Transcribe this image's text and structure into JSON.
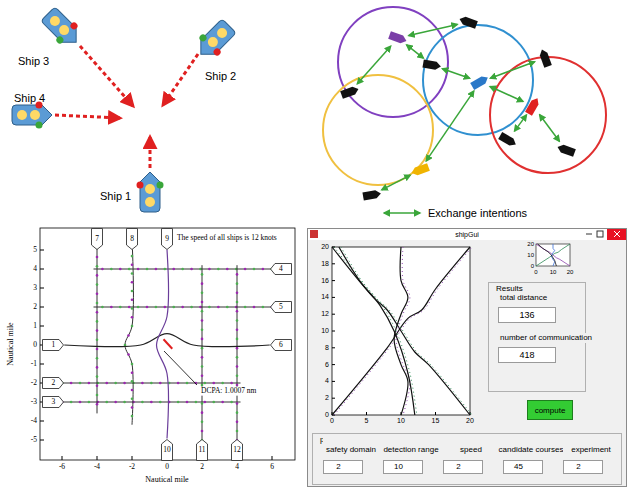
{
  "diagram": {
    "nodes": [
      {
        "text": [
          "Ship 3"
        ]
      },
      {
        "text": [
          "Ship 2"
        ]
      },
      {
        "text": [
          "Ship 4"
        ]
      },
      {
        "text": [
          "Ship 1"
        ]
      },
      {
        "text": [
          "7"
        ]
      },
      {
        "text": [
          "8"
        ]
      },
      {
        "text": [
          "9"
        ]
      },
      {
        "text": [
          "4"
        ]
      },
      {
        "text": [
          "5"
        ]
      },
      {
        "text": [
          "1"
        ]
      },
      {
        "text": [
          "6"
        ]
      },
      {
        "text": [
          "2"
        ]
      },
      {
        "text": [
          "3"
        ]
      },
      {
        "text": [
          "10"
        ]
      },
      {
        "text": [
          "11"
        ]
      },
      {
        "text": [
          "12"
        ]
      },
      {
        "text": [
          "shipGui"
        ]
      },
      {
        "text": [
          "Results"
        ],
        "in": 16
      },
      {
        "text": [
          "total distance",
          "136"
        ],
        "in": 17
      },
      {
        "text": [
          "number of communication",
          "418"
        ],
        "in": 17
      },
      {
        "text": [
          "compute"
        ],
        "in": 16
      },
      {
        "text": [
          "parameter"
        ],
        "in": 16
      },
      {
        "text": [
          "safety domain",
          "2"
        ],
        "in": 21
      },
      {
        "text": [
          "detection range",
          "10"
        ],
        "in": 21
      },
      {
        "text": [
          "speed",
          "2"
        ],
        "in": 21
      },
      {
        "text": [
          "candidate courses",
          "45"
        ],
        "in": 21
      },
      {
        "text": [
          "experiment",
          "2"
        ],
        "in": 21
      }
    ],
    "edges": [
      {
        "from": 9,
        "to": 10,
        "arrow": "none"
      },
      {
        "from": 6,
        "to": 13,
        "arrow": "none"
      }
    ],
    "labels": [
      "The speed of all ships is 12 knots",
      "Nautical mile",
      "Nautical mile",
      "DCPA: 1.0007 nm",
      "5",
      "4",
      "3",
      "2",
      "1",
      "0",
      "-1",
      "-2",
      "-3",
      "-4",
      "-5",
      "-6",
      "-4",
      "-2",
      "0",
      "2",
      "4",
      "6",
      "0",
      "2",
      "4",
      "6",
      "8",
      "10",
      "12",
      "14",
      "16",
      "18",
      "20",
      "0",
      "5",
      "10",
      "15",
      "20",
      "20",
      "10",
      "0",
      "0",
      "10",
      "20"
    ],
    "legend": [
      {
        "text": "Exchange intentions"
      }
    ]
  }
}
